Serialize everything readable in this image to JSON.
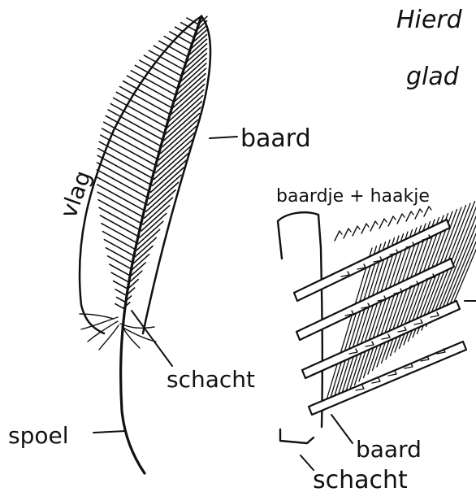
{
  "diagram": {
    "top_right_line1": "Hierd",
    "top_right_line2": "glad",
    "labels": {
      "vlag": "vlag",
      "baard_feather": "baard",
      "schacht_feather": "schacht",
      "spoel": "spoel",
      "baardje_haakje": "baardje + haakje",
      "baard_detail": "baard",
      "schacht_detail": "schacht"
    },
    "ink_color": "#111111"
  }
}
